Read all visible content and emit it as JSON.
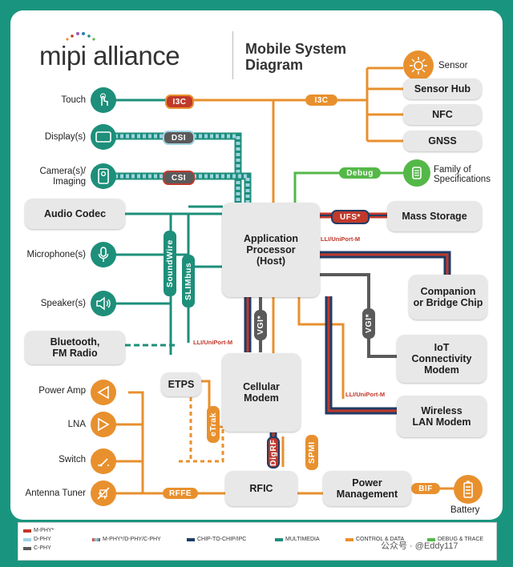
{
  "logo": {
    "text": "mipi alliance"
  },
  "title": {
    "line1": "Mobile System",
    "line2": "Diagram"
  },
  "left_labels": {
    "touch": "Touch",
    "display": "Display(s)",
    "camera1": "Camera(s)/",
    "camera2": "Imaging",
    "microphone": "Microphone(s)",
    "speaker": "Speaker(s)",
    "power_amp": "Power Amp",
    "lna": "LNA",
    "switch": "Switch",
    "antenna_tuner": "Antenna Tuner"
  },
  "right_labels": {
    "sensor": "Sensor",
    "family1": "Family of",
    "family2": "Specifications",
    "battery": "Battery"
  },
  "boxes": {
    "audio_codec": "Audio Codec",
    "bluetooth1": "Bluetooth,",
    "bluetooth2": "FM Radio",
    "ap1": "Application",
    "ap2": "Processor",
    "ap3": "(Host)",
    "modem1": "Cellular",
    "modem2": "Modem",
    "etps": "ETPS",
    "rfic": "RFIC",
    "pm1": "Power",
    "pm2": "Management",
    "sensor_hub": "Sensor Hub",
    "nfc": "NFC",
    "gnss": "GNSS",
    "mass_storage": "Mass Storage",
    "companion1": "Companion",
    "companion2": "or Bridge Chip",
    "iot1": "IoT",
    "iot2": "Connectivity",
    "iot3": "Modem",
    "wlan1": "Wireless",
    "wlan2": "LAN Modem"
  },
  "interfaces": {
    "i3c_left": "I3C",
    "i3c_right": "I3C",
    "dsi": "DSI",
    "csi": "CSI",
    "debug": "Debug",
    "ufs": "UFS*",
    "soundwire": "SoundWire",
    "slimbus": "SLIMbus",
    "vgi_center": "VGI*",
    "vgi_right": "VGI*",
    "etrak": "eTrak",
    "digrf": "DigRF",
    "spmi": "SPMI",
    "rffe": "RFFE",
    "bif": "BIF",
    "lli1": "LLI/UniPort-M",
    "lli2": "LLI/UniPort-M",
    "lli3": "LLI/UniPort-M"
  },
  "legend": {
    "mphy": "M-PHY*",
    "dphy": "D-PHY",
    "cphy": "C-PHY",
    "combo": "M-PHY*/D-PHY/C-PHY",
    "chip": "CHIP-TO-CHIP/IPC",
    "multimedia": "MULTIMEDIA",
    "control": "CONTROL & DATA",
    "debug": "DEBUG & TRACE"
  },
  "watermark": "公众号 · @Eddy117",
  "colors": {
    "frame": "#19957f",
    "orange": "#e8902e",
    "teal": "#1d8f7a",
    "navy": "#1f3d66",
    "red": "#c0392b",
    "green": "#54b848",
    "gray": "#5a5a5a",
    "lightblue": "#9fd3e3"
  }
}
